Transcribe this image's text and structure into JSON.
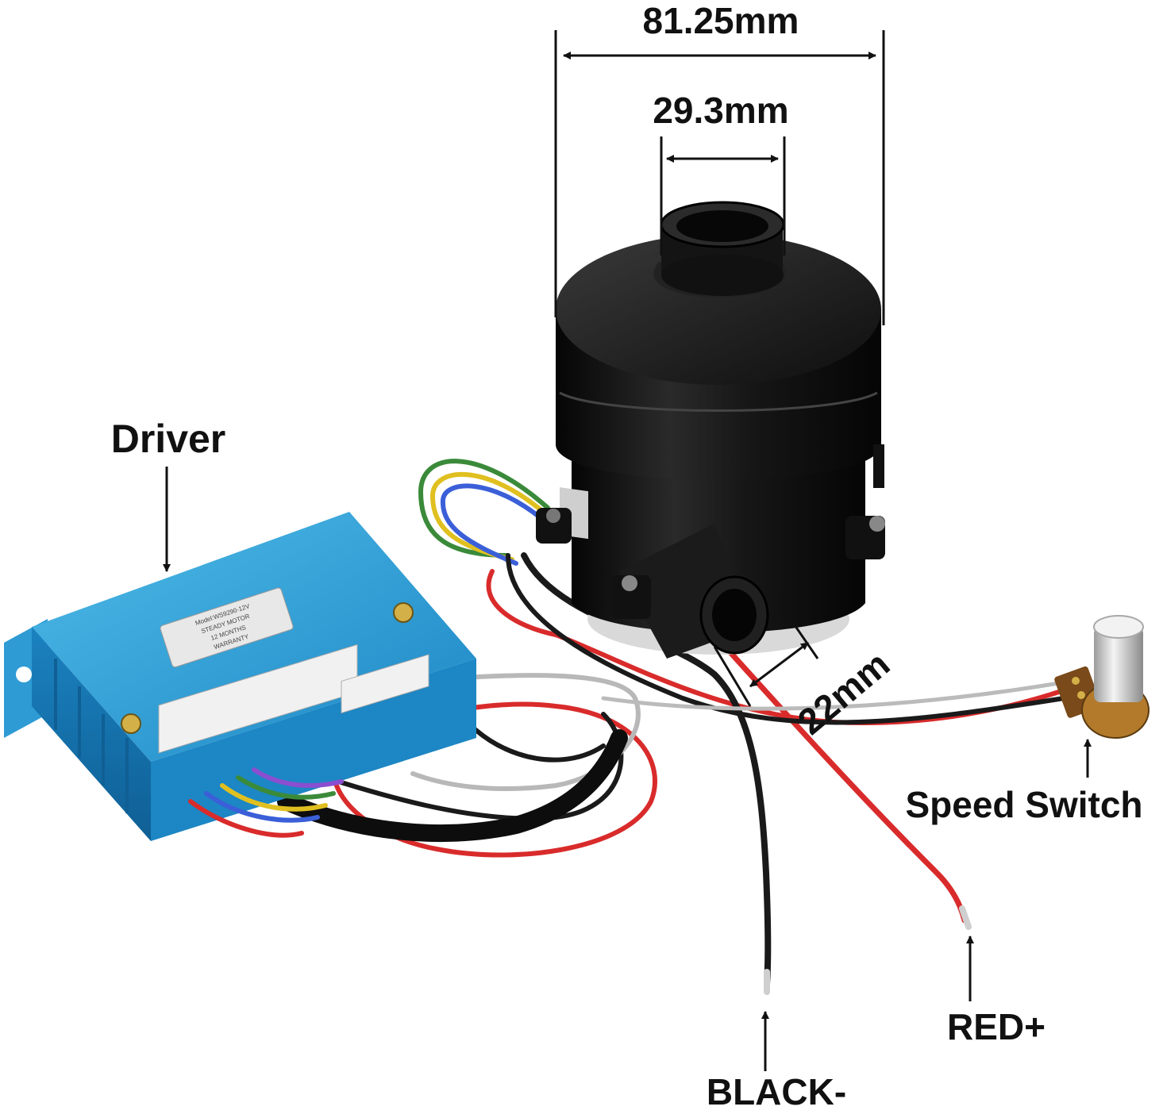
{
  "dimensions": {
    "overall_width": "81.25mm",
    "inlet_diameter": "29.3mm",
    "outlet_diameter": "22mm"
  },
  "callouts": {
    "driver": "Driver",
    "speed_switch": "Speed Switch",
    "positive_wire": "RED+",
    "negative_wire": "BLACK-"
  },
  "driver_label_lines": [
    "Model:WS9290-12V",
    "STEADY MOTOR",
    "12 MONTHS",
    "WARRANTY"
  ],
  "colors": {
    "driver_housing": "#2f9ed6",
    "blower_body": "#141414",
    "wire_red": "#d92b2b",
    "wire_black": "#1a1a1a",
    "knob": "#d8d8d8",
    "label_text": "#111111"
  }
}
